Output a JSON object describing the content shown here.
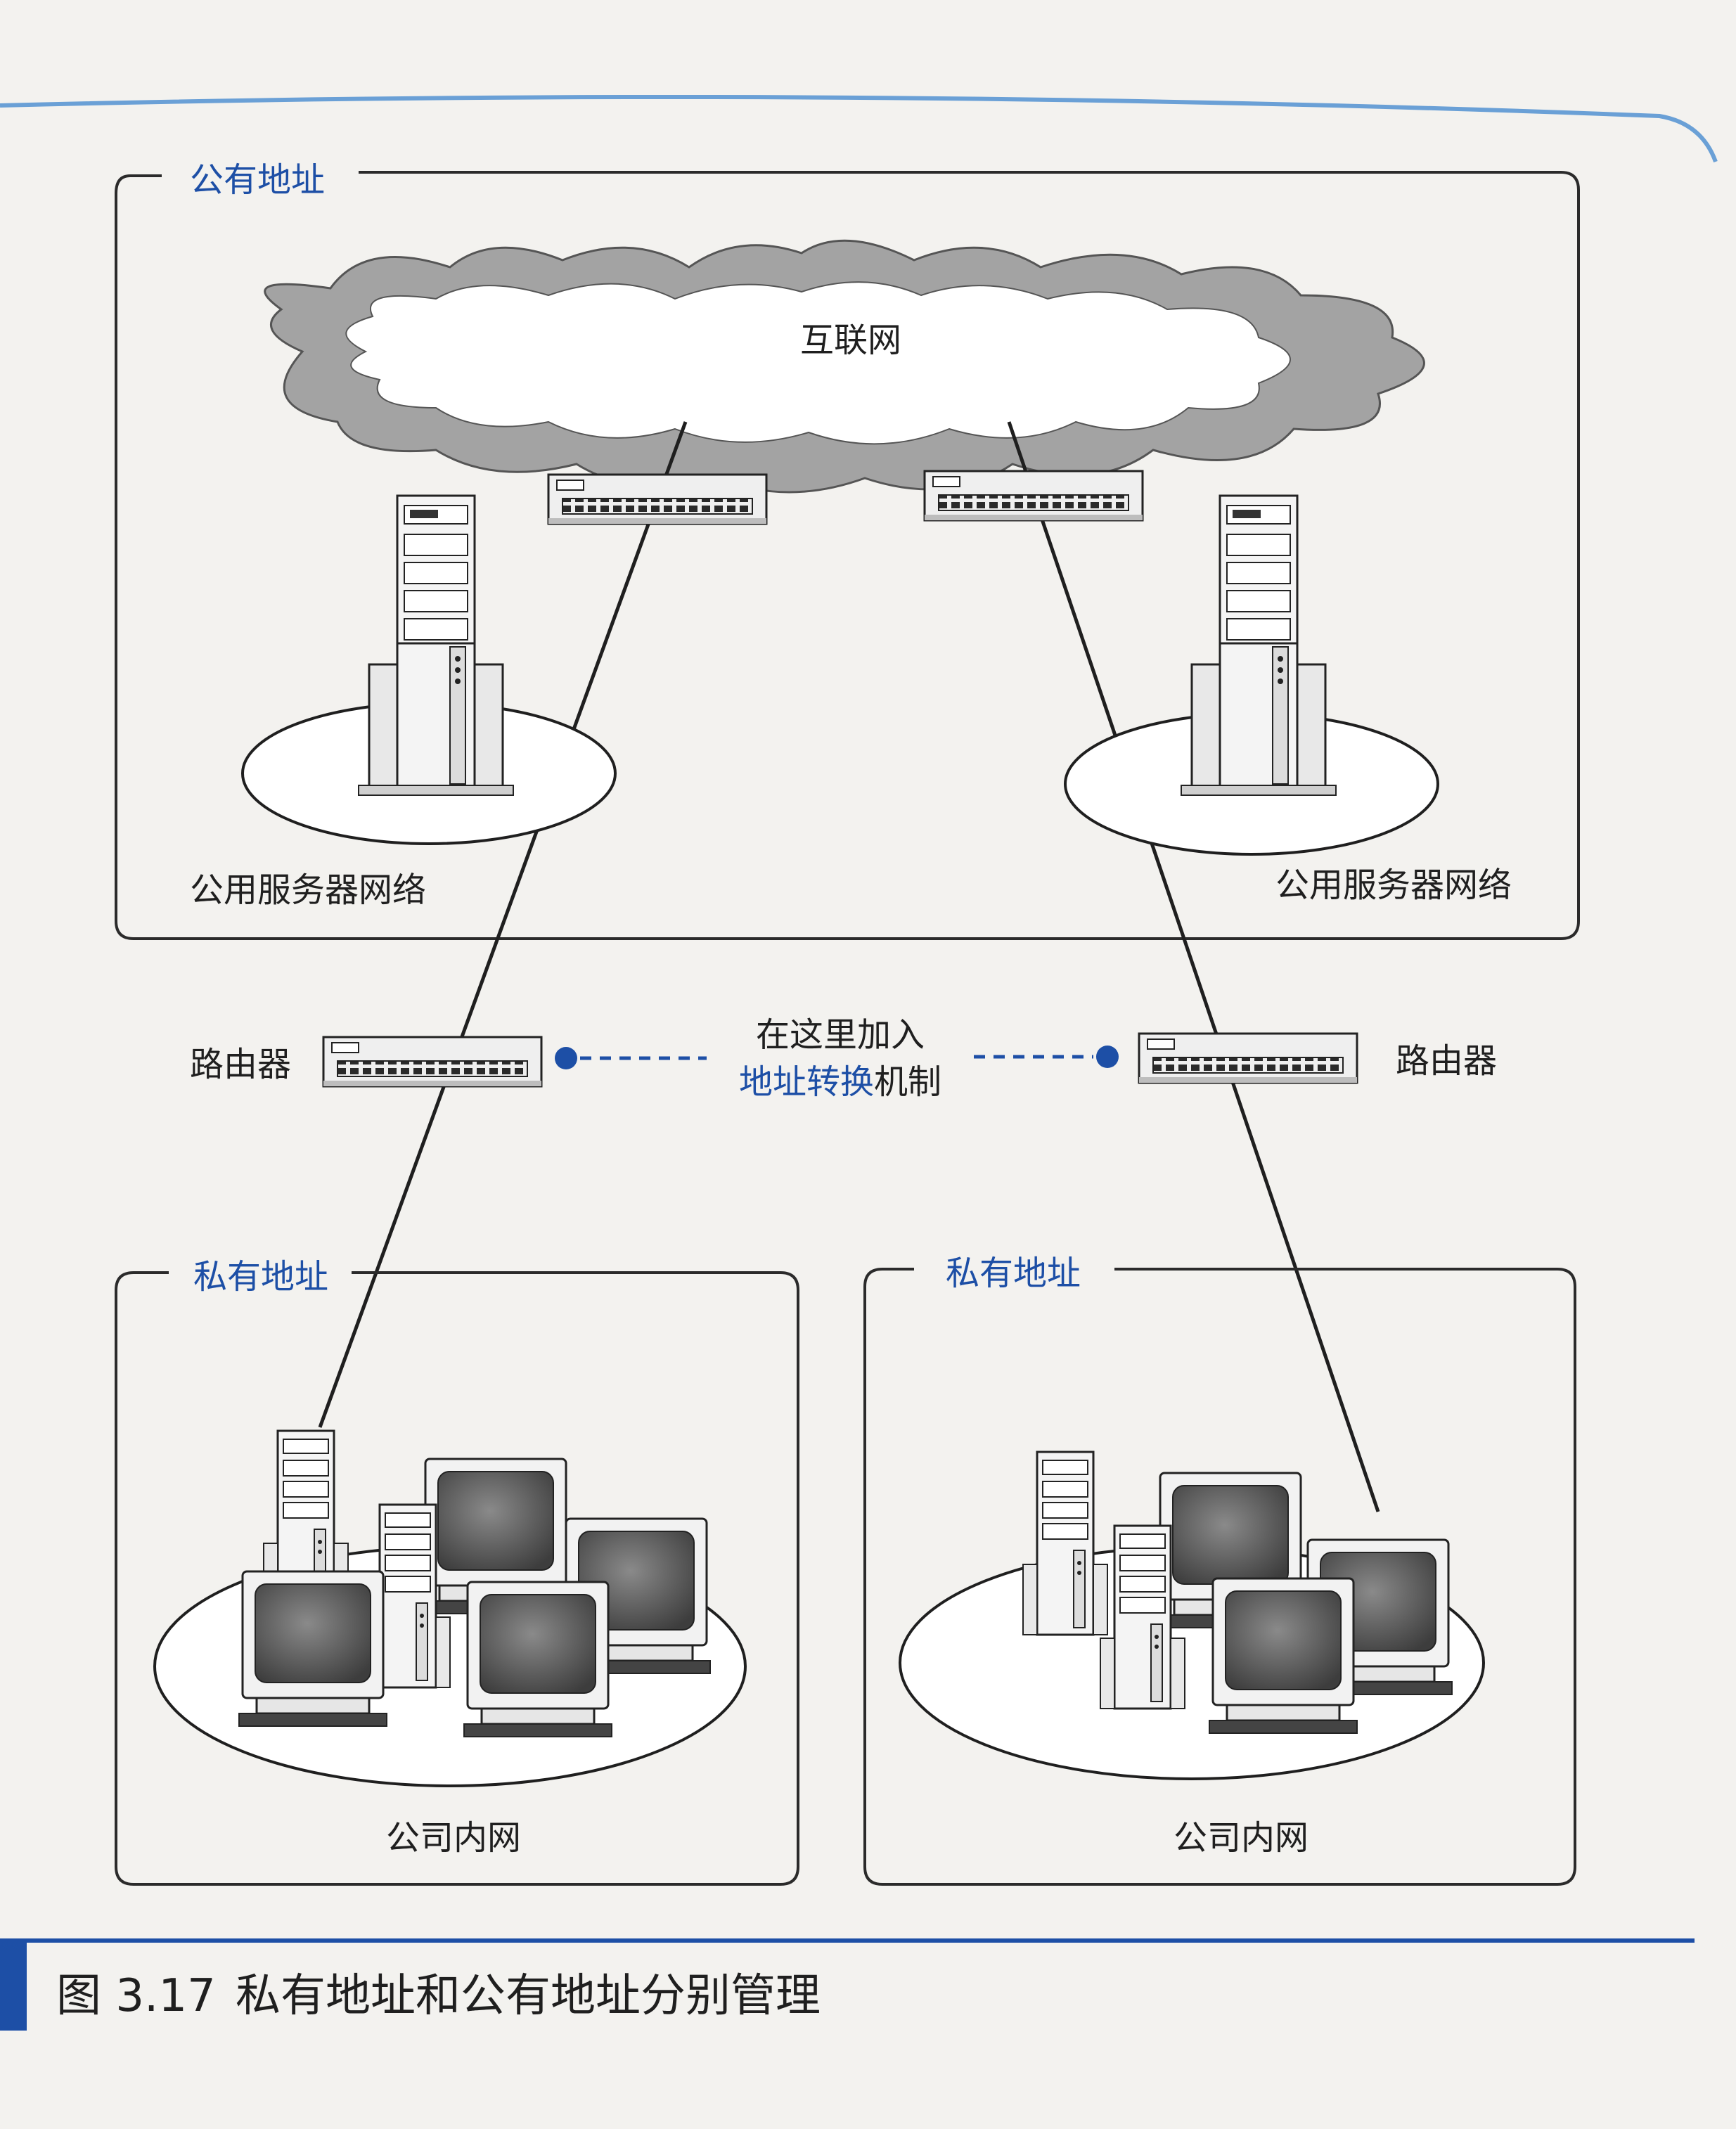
{
  "public_group": {
    "title": "公有地址"
  },
  "internet": {
    "label": "互联网"
  },
  "public_server_networks": [
    {
      "label": "公用服务器网络"
    },
    {
      "label": "公用服务器网络"
    }
  ],
  "routers": [
    {
      "label": "路由器"
    },
    {
      "label": "路由器"
    }
  ],
  "nat_note": {
    "line1": "在这里加入",
    "line2_highlight": "地址转换",
    "line2_rest": "机制"
  },
  "private_groups": [
    {
      "title": "私有地址",
      "network_label": "公司内网"
    },
    {
      "title": "私有地址",
      "network_label": "公司内网"
    }
  ],
  "caption": {
    "number": "图 3.17",
    "text": "私有地址和公有地址分别管理"
  },
  "colors": {
    "accent_blue": "#1d4fa6",
    "frame": "#2b2b2b",
    "cloud_gray": "#9a9a9a"
  }
}
